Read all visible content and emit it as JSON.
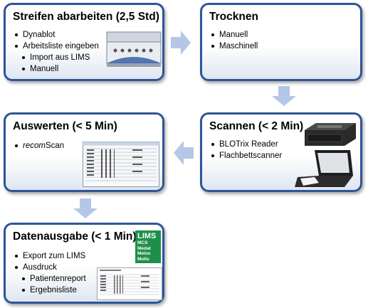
{
  "boxes": {
    "streifen": {
      "title": "Streifen abarbeiten (2,5 Std)",
      "items": [
        "Dynablot",
        "Arbeitsliste eingeben",
        "Import aus LIMS",
        "Manuell"
      ]
    },
    "trocknen": {
      "title": "Trocknen",
      "items": [
        "Manuell",
        "Maschinell"
      ]
    },
    "scannen": {
      "title": "Scannen (< 2 Min)",
      "items": [
        "BLOTrix Reader",
        "Flachbettscanner"
      ]
    },
    "auswerten": {
      "title": "Auswerten (< 5 Min)",
      "item_italic": "recom",
      "item_rest": "Scan"
    },
    "datenausgabe": {
      "title": "Datenausgabe (< 1 Min)",
      "items": [
        "Export zum LIMS",
        "Ausdruck",
        "Patientenreport",
        "Ergebnisliste"
      ]
    }
  },
  "lims_logo": {
    "title": "LIMS",
    "lines": [
      "MCS",
      "Medat",
      "Melos",
      "Molis"
    ]
  },
  "colors": {
    "border": "#2f5597",
    "arrow": "#b4c7e7",
    "lims_bg": "#1e8f4a"
  }
}
